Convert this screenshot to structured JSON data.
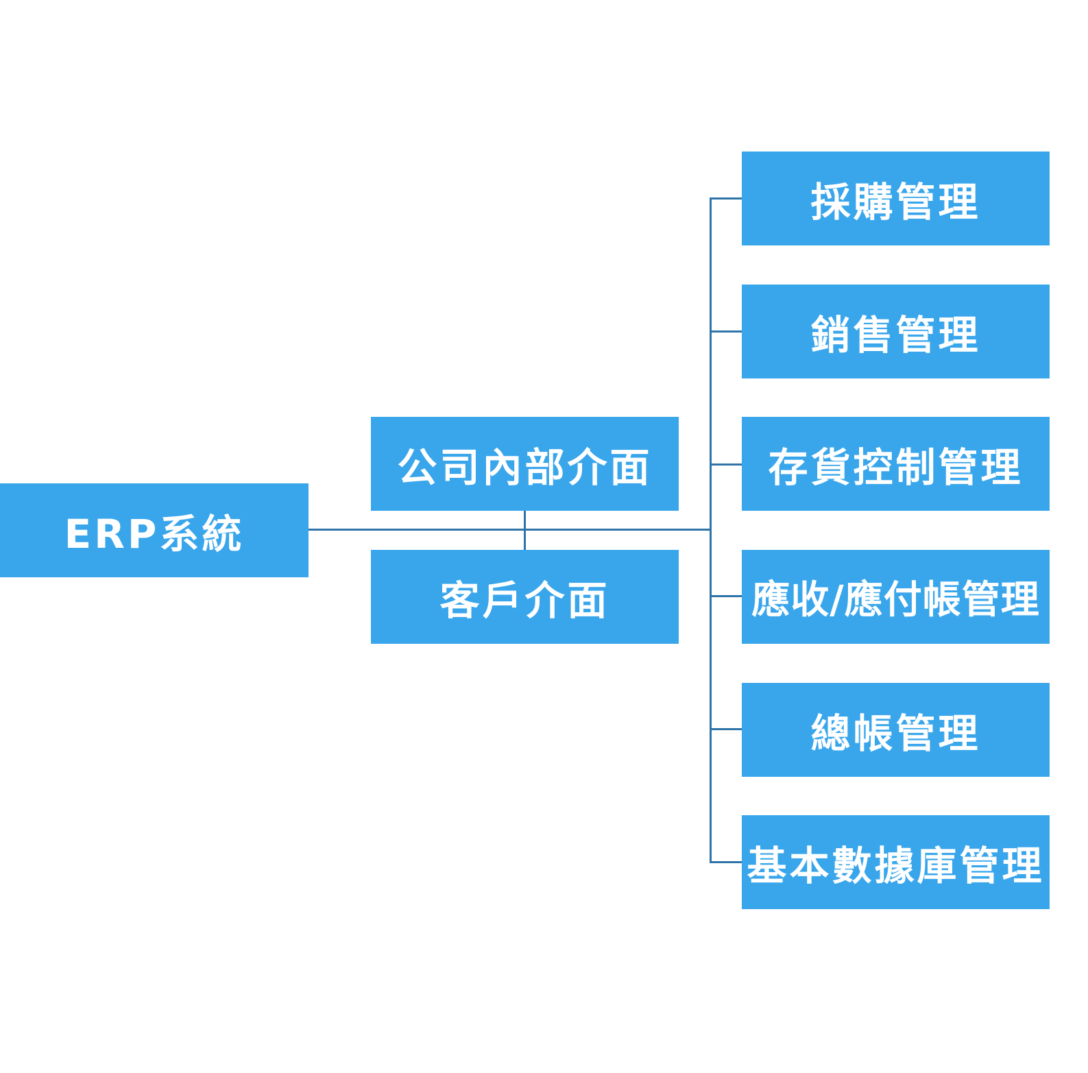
{
  "root": {
    "label": "ERP系統"
  },
  "interfaces": [
    {
      "label": "公司內部介面"
    },
    {
      "label": "客戶介面"
    }
  ],
  "modules": [
    {
      "label": "採購管理"
    },
    {
      "label": "銷售管理"
    },
    {
      "label": "存貨控制管理"
    },
    {
      "label": "應收/應付帳管理"
    },
    {
      "label": "總帳管理"
    },
    {
      "label": "基本數據庫管理"
    }
  ],
  "colors": {
    "box_fill": "#39a6ec",
    "box_text": "#ffffff",
    "connector": "#2f73a8",
    "background": "#ffffff"
  }
}
